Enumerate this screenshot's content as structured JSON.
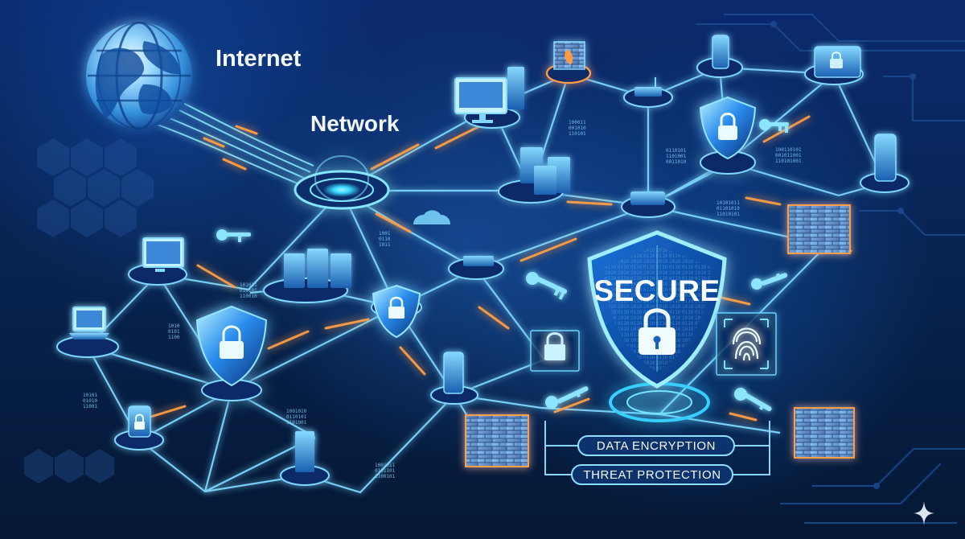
{
  "labels": {
    "internet": "Internet",
    "network": "Network",
    "secure": "SECURE",
    "data_encryption": "DATA ENCRYPTION",
    "threat_protection": "THREAT PROTECTION"
  },
  "decorative_text": {
    "binary_1": "100011\n001010\n110101",
    "binary_2": "0110101\n1101001\n0011010"
  },
  "icons": [
    "globe-icon",
    "network-hub-icon",
    "shield-lock-icon",
    "key-icon",
    "fingerprint-icon",
    "firewall-icon",
    "server-icon",
    "desktop-icon",
    "laptop-icon",
    "phone-icon",
    "router-icon",
    "cloud-icon",
    "tablet-icon",
    "spark-icon"
  ],
  "colors": {
    "background": "#06183d",
    "accent": "#4cc9ff",
    "glow": "#7ce4ff",
    "warning": "#ff9f43"
  }
}
